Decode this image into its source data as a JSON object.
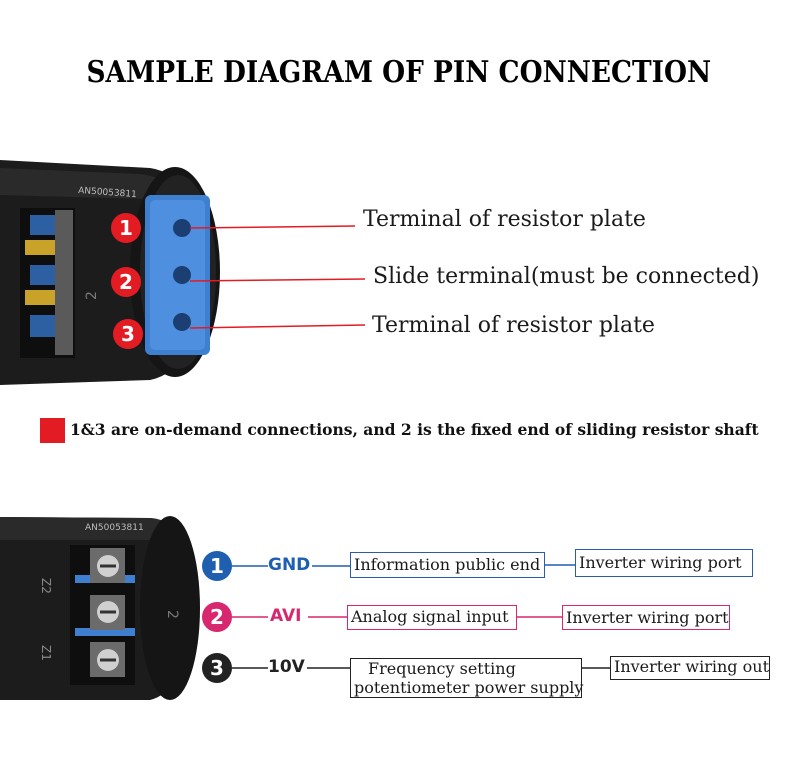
{
  "title": "SAMPLE DIAGRAM OF  PIN CONNECTION",
  "top_diagram": {
    "pins": [
      {
        "number": "1",
        "label": "Terminal of resistor plate"
      },
      {
        "number": "2",
        "label": "Slide terminal(must be connected)"
      },
      {
        "number": "3",
        "label": "Terminal of resistor plate"
      }
    ],
    "markings": [
      "AN50053811",
      "2"
    ]
  },
  "note": "1&3 are on-demand connections, and 2 is the fixed end of sliding resistor shaft",
  "bottom_diagram": {
    "markings": [
      "AN50053811",
      "Z2",
      "Z1",
      "2"
    ],
    "pins": [
      {
        "number": "1",
        "signal": "GND",
        "desc": "Information public end",
        "port": "Inverter wiring port",
        "color": "#1f5fb0"
      },
      {
        "number": "2",
        "signal": "AVI",
        "desc": "Analog signal input",
        "port": "Inverter wiring port",
        "color": "#d6276f"
      },
      {
        "number": "3",
        "signal": "10V",
        "desc_line1": "Frequency setting",
        "desc_line2": "potentiometer power supply",
        "port": "Inverter wiring out",
        "color": "#222222"
      }
    ]
  },
  "colors": {
    "accent_red": "#e31b23",
    "blue": "#1f5fb0",
    "pink": "#d6276f",
    "terminal_blue": "#3f7fd0"
  }
}
